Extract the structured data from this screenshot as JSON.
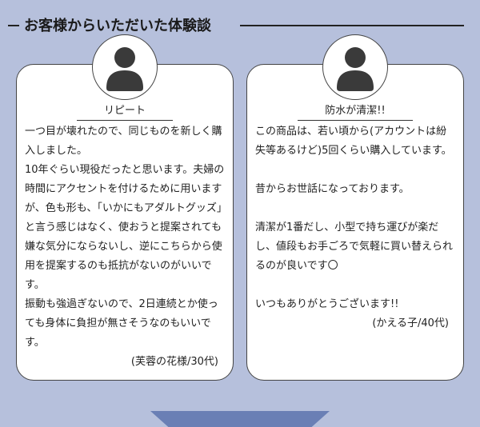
{
  "header": {
    "title": "お客様からいただいた体験談"
  },
  "cards": [
    {
      "title": "リピート",
      "paragraphs": [
        "一つ目が壊れたので、同じものを新しく購入しました。",
        "10年ぐらい現役だったと思います。夫婦の時間にアクセントを付けるために用いますが、色も形も、「いかにもアダルトグッズ」と言う感じはなく、使おうと提案されても嫌な気分にならないし、逆にこちらから使用を提案するのも抵抗がないのがいいです。",
        "振動も強過ぎないので、2日連続とか使っても身体に負担が無さそうなのもいいです。"
      ],
      "signature": "(芙蓉の花様/30代)"
    },
    {
      "title": "防水が清潔!!",
      "paragraphs": [
        "この商品は、若い頃から(アカウントは紛失等あるけど)5回くらい購入しています。",
        "",
        "昔からお世話になっております。",
        "",
        "清潔が1番だし、小型で持ち運びが楽だし、値段もお手ごろで気軽に買い替えられるのが良いです〇",
        "",
        "いつもありがとうございます!!"
      ],
      "signature": "(かえる子/40代)"
    }
  ],
  "colors": {
    "background": "#b6c0dc",
    "card": "#ffffff",
    "avatar_icon": "#3a3a3a",
    "arrow": "#6a7fb5"
  },
  "icons": {
    "avatar": "user-silhouette-icon"
  }
}
